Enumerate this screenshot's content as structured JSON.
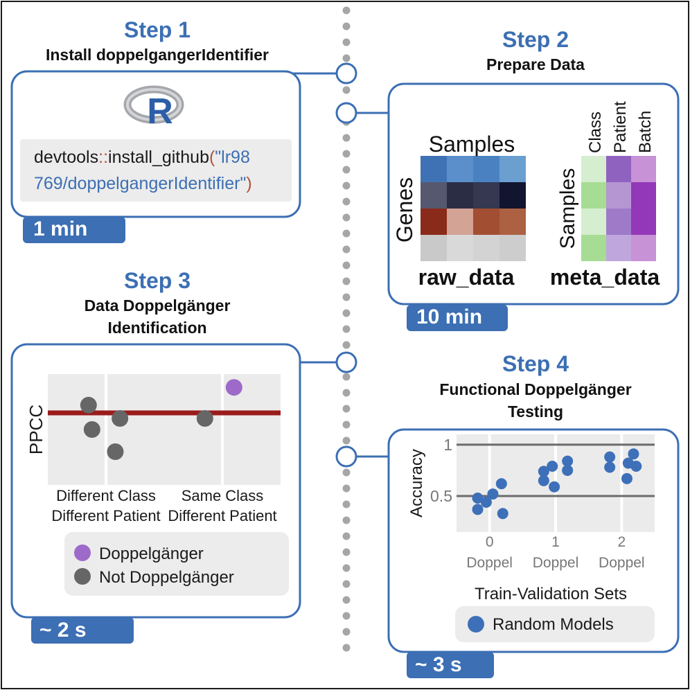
{
  "step1": {
    "title": "Step 1",
    "subtitle": "Install doppelgangerIdentifier",
    "logo_letter": "R",
    "code": {
      "prefix": "devtools",
      "sep": "::",
      "func": "install_github",
      "open": "(",
      "str1": "\"lr98",
      "str2": "769/doppelgangerIdentifier\"",
      "close": ")"
    },
    "time": "1 min"
  },
  "step2": {
    "title": "Step 2",
    "subtitle": "Prepare Data",
    "raw": {
      "col_label": "Samples",
      "row_label": "Genes",
      "name": "raw_data",
      "colors": [
        [
          "#3f72b4",
          "#5a8fcb",
          "#4a82c1",
          "#6a9fd0"
        ],
        [
          "#56586f",
          "#2b2d45",
          "#353850",
          "#12152f"
        ],
        [
          "#8a2a1a",
          "#d3a395",
          "#a24e33",
          "#ac6142"
        ],
        [
          "#c9c9c9",
          "#d9d9d9",
          "#d3d3d3",
          "#cdcdcd"
        ]
      ]
    },
    "meta": {
      "col_labels": [
        "Class",
        "Patient",
        "Batch"
      ],
      "row_label": "Samples",
      "name": "meta_data",
      "colors": [
        [
          "#d5eecf",
          "#9062c0",
          "#c792d6"
        ],
        [
          "#a6dc93",
          "#b596d3",
          "#9338b8"
        ],
        [
          "#d5eecf",
          "#9e7ac9",
          "#9338b8"
        ],
        [
          "#a6dc93",
          "#bfa6dd",
          "#c792d6"
        ]
      ]
    },
    "time": "10 min"
  },
  "step3": {
    "title": "Step 3",
    "subtitle_lines": [
      "Data Doppelgänger",
      "Identification"
    ],
    "chart_data": {
      "type": "scatter",
      "ylabel": "PPCC",
      "categories": [
        "Different Class\nDifferent Patient",
        "Same Class\nDifferent Patient"
      ],
      "category_lines": [
        [
          "Different Class",
          "Different Patient"
        ],
        [
          "Same Class",
          "Different Patient"
        ]
      ],
      "threshold_color": "#9b1b1b",
      "series": [
        {
          "name": "Doppelgänger",
          "color": "#9d6ac9",
          "points": [
            [
              1.1,
              0.88
            ]
          ]
        },
        {
          "name": "Not Doppelgänger",
          "color": "#666666",
          "points": [
            [
              -0.15,
              0.72
            ],
            [
              -0.12,
              0.5
            ],
            [
              0.12,
              0.6
            ],
            [
              0.08,
              0.3
            ],
            [
              0.85,
              0.6
            ]
          ]
        }
      ],
      "legend": [
        "Doppelgänger",
        "Not Doppelgänger"
      ],
      "grid": true
    },
    "time": "~ 2 s"
  },
  "step4": {
    "title": "Step 4",
    "subtitle_lines": [
      "Functional Doppelgänger",
      "Testing"
    ],
    "chart_data": {
      "type": "scatter",
      "xlabel": "Train-Validation Sets",
      "ylabel": "Accuracy",
      "ytick_labels": [
        "0.5",
        "1"
      ],
      "ylim": [
        0.15,
        1.1
      ],
      "categories": [
        "0\nDoppel",
        "1\nDoppel",
        "2\nDoppel"
      ],
      "category_numbers": [
        "0",
        "1",
        "2"
      ],
      "category_word": "Doppel",
      "series": [
        {
          "name": "Random Models",
          "color": "#3d70b8",
          "points": [
            [
              -0.18,
              0.48
            ],
            [
              0.18,
              0.62
            ],
            [
              -0.05,
              0.44
            ],
            [
              0.05,
              0.52
            ],
            [
              -0.18,
              0.37
            ],
            [
              0.2,
              0.33
            ],
            [
              0.82,
              0.74
            ],
            [
              1.18,
              0.84
            ],
            [
              0.95,
              0.79
            ],
            [
              1.18,
              0.75
            ],
            [
              0.82,
              0.65
            ],
            [
              0.98,
              0.59
            ],
            [
              1.82,
              0.88
            ],
            [
              2.18,
              0.91
            ],
            [
              1.82,
              0.78
            ],
            [
              2.1,
              0.82
            ],
            [
              2.22,
              0.79
            ],
            [
              2.08,
              0.67
            ]
          ]
        }
      ],
      "legend": [
        "Random Models"
      ],
      "grid": true
    },
    "time": "~ 3 s"
  }
}
